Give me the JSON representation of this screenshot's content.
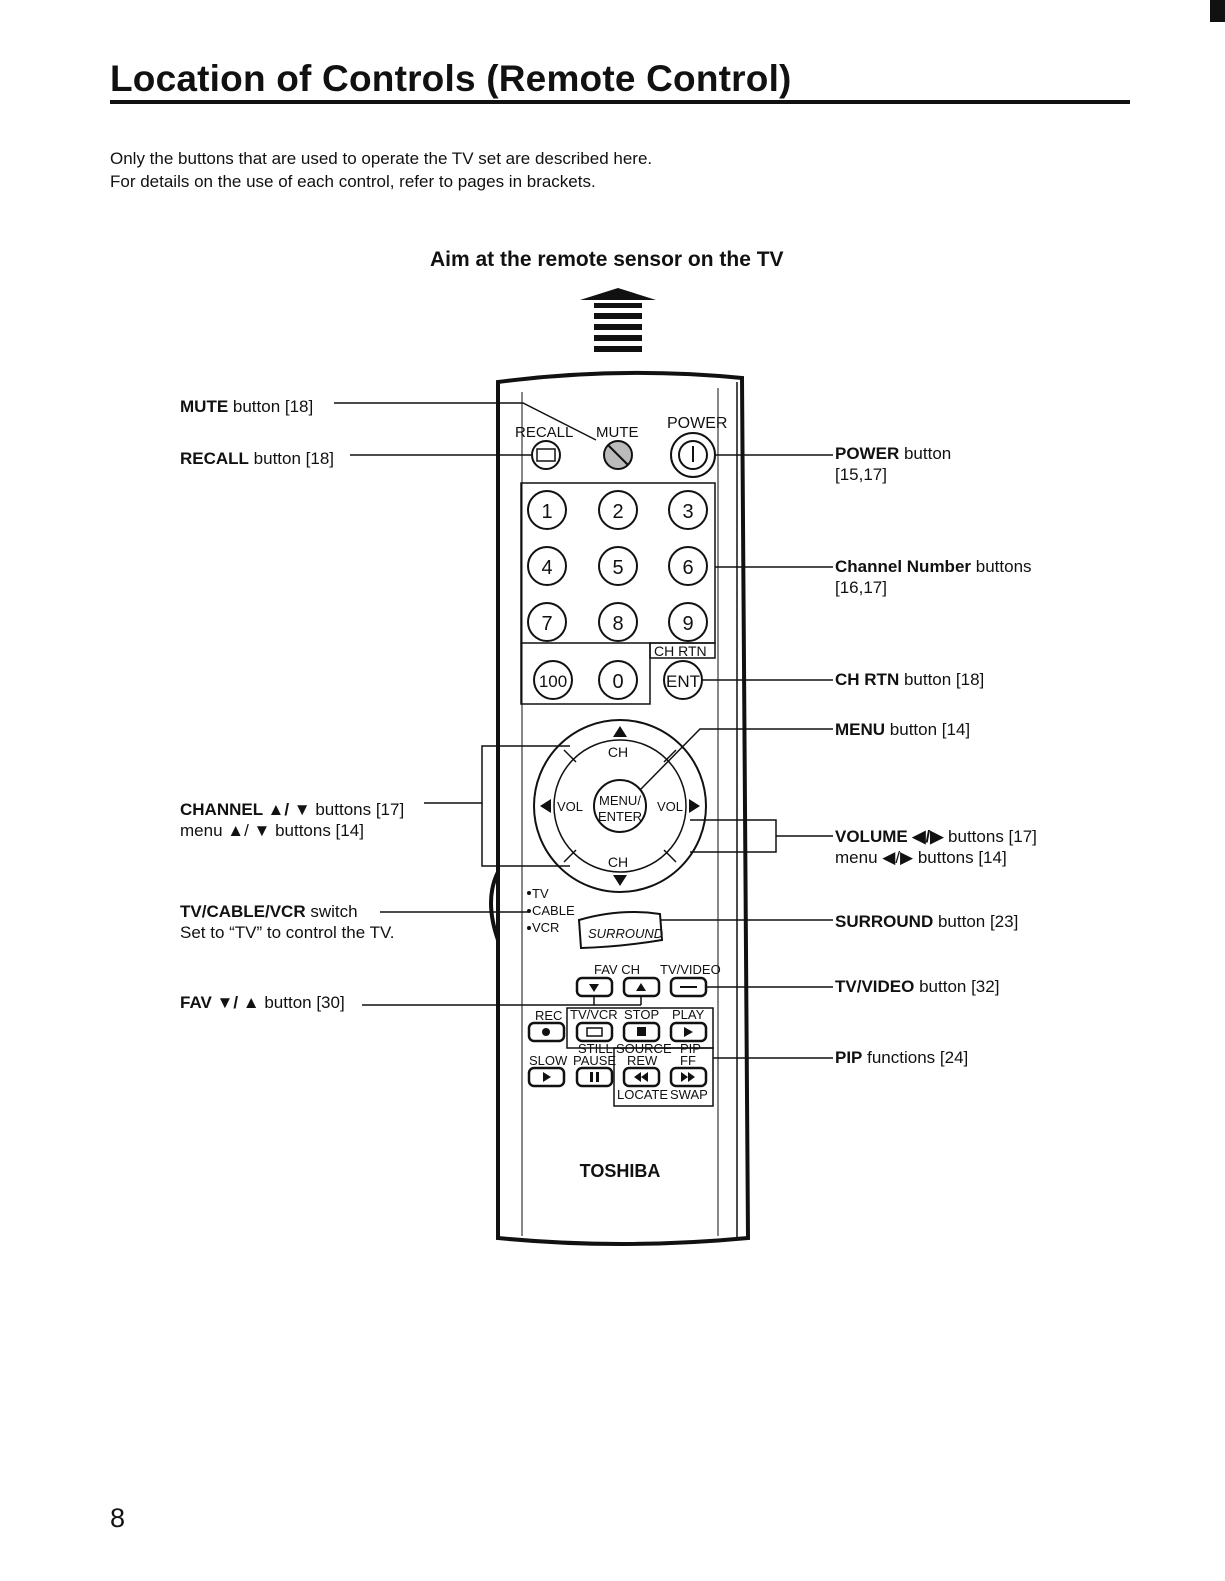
{
  "page": {
    "title": "Location of Controls (Remote Control)",
    "intro_line1": "Only the buttons that are used to operate the TV set are described here.",
    "intro_line2": "For details on the use of each control, refer to pages in brackets.",
    "aim_text": "Aim at the remote sensor on the TV",
    "page_number": "8"
  },
  "callouts_left": {
    "mute": {
      "bold": "MUTE",
      "rest": " button [18]"
    },
    "recall": {
      "bold": "RECALL",
      "rest": " button [18]"
    },
    "channel": {
      "bold": "CHANNEL ▲/ ▼",
      "rest": " buttons [17]",
      "line2": "menu ▲/ ▼ buttons [14]"
    },
    "switch": {
      "bold": "TV/CABLE/VCR",
      "rest": " switch",
      "line2": "Set to “TV” to control the TV."
    },
    "fav": {
      "bold": "FAV ▼/ ▲",
      "rest": " button [30]"
    }
  },
  "callouts_right": {
    "power": {
      "bold": "POWER",
      "rest": " button",
      "line2": "[15,17]"
    },
    "channel_number": {
      "bold": "Channel Number",
      "rest": " buttons",
      "line2": "[16,17]"
    },
    "ch_rtn": {
      "bold": "CH RTN",
      "rest": " button [18]"
    },
    "menu": {
      "bold": "MENU",
      "rest": " button [14]"
    },
    "volume": {
      "bold": "VOLUME ◀/▶",
      "rest": " buttons [17]",
      "line2": "menu ◀/▶ buttons [14]"
    },
    "surround": {
      "bold": "SURROUND",
      "rest": " button [23]"
    },
    "tv_video": {
      "bold": "TV/VIDEO",
      "rest": " button [32]"
    },
    "pip": {
      "bold": "PIP",
      "rest": " functions [24]"
    }
  },
  "remote": {
    "recall": "RECALL",
    "mute": "MUTE",
    "power": "POWER",
    "digits": [
      "1",
      "2",
      "3",
      "4",
      "5",
      "6",
      "7",
      "8",
      "9",
      "100",
      "0"
    ],
    "ch_rtn": "CH RTN",
    "ent": "ENT",
    "ch": "CH",
    "vol": "VOL",
    "menu": "MENU/",
    "enter": "ENTER",
    "switch_tv": "TV",
    "switch_cable": "CABLE",
    "switch_vcr": "VCR",
    "surround": "SURROUND",
    "fav_ch": "FAV CH",
    "tv_video": "TV/VIDEO",
    "rec": "REC",
    "tv_vcr": "TV/VCR",
    "stop": "STOP",
    "play": "PLAY",
    "still": "STILL",
    "source": "SOURCE",
    "pip": "PIP",
    "slow": "SLOW",
    "pause": "PAUSE",
    "rew": "REW",
    "ff": "FF",
    "locate": "LOCATE",
    "swap": "SWAP",
    "brand": "TOSHIBA"
  }
}
